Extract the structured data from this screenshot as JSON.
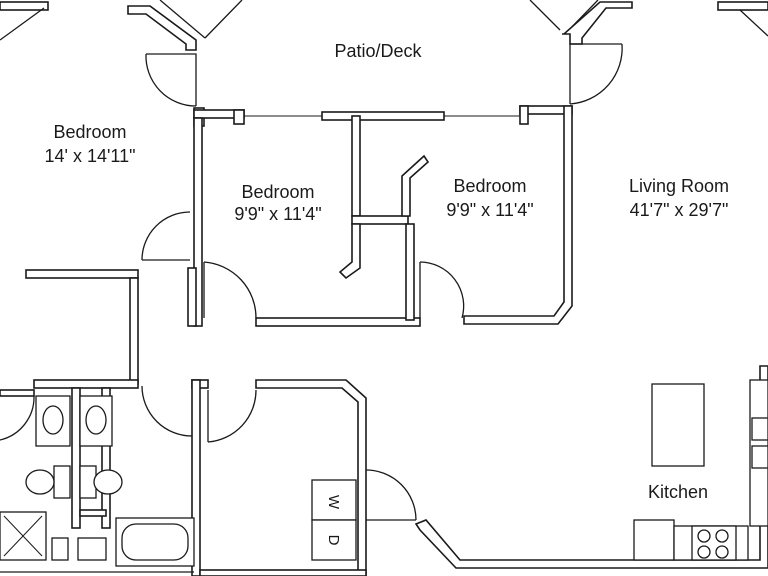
{
  "rooms": {
    "patio": {
      "name": "Patio/Deck"
    },
    "bedroom_left": {
      "name": "Bedroom",
      "size": "14' x 14'11\""
    },
    "bedroom_center": {
      "name": "Bedroom",
      "size": "9'9\" x 11'4\""
    },
    "bedroom_right": {
      "name": "Bedroom",
      "size": "9'9\" x 11'4\""
    },
    "living_room": {
      "name": "Living Room",
      "size": "41'7\" x 29'7\""
    },
    "kitchen": {
      "name": "Kitchen"
    }
  },
  "laundry": {
    "washer": "W",
    "dryer": "D"
  }
}
